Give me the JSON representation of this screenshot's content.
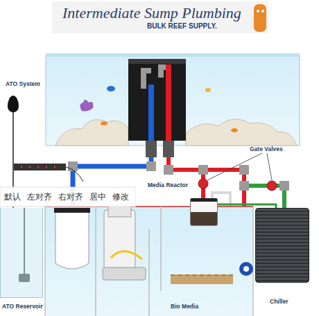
{
  "diagram": {
    "title": "Intermediate Sump Plumbing",
    "nodes": [
      {
        "text": [
          "ATO System"
        ]
      },
      {
        "text": [
          "Media Reactor"
        ]
      },
      {
        "text": [
          "Chiller"
        ]
      },
      {
        "text": [
          "ATO Reservoir"
        ]
      },
      {
        "text": [
          "Bio Media"
        ]
      }
    ],
    "edges": [
      {
        "from": 0,
        "to": 3,
        "arrow": "none"
      },
      {
        "from": 1,
        "to": 2,
        "arrow": "none"
      }
    ],
    "labels": [
      "BULK REEF SUPPLY.",
      "Gate Valves",
      "默认",
      "左对齐",
      "右对齐",
      "居中",
      "修改"
    ]
  }
}
